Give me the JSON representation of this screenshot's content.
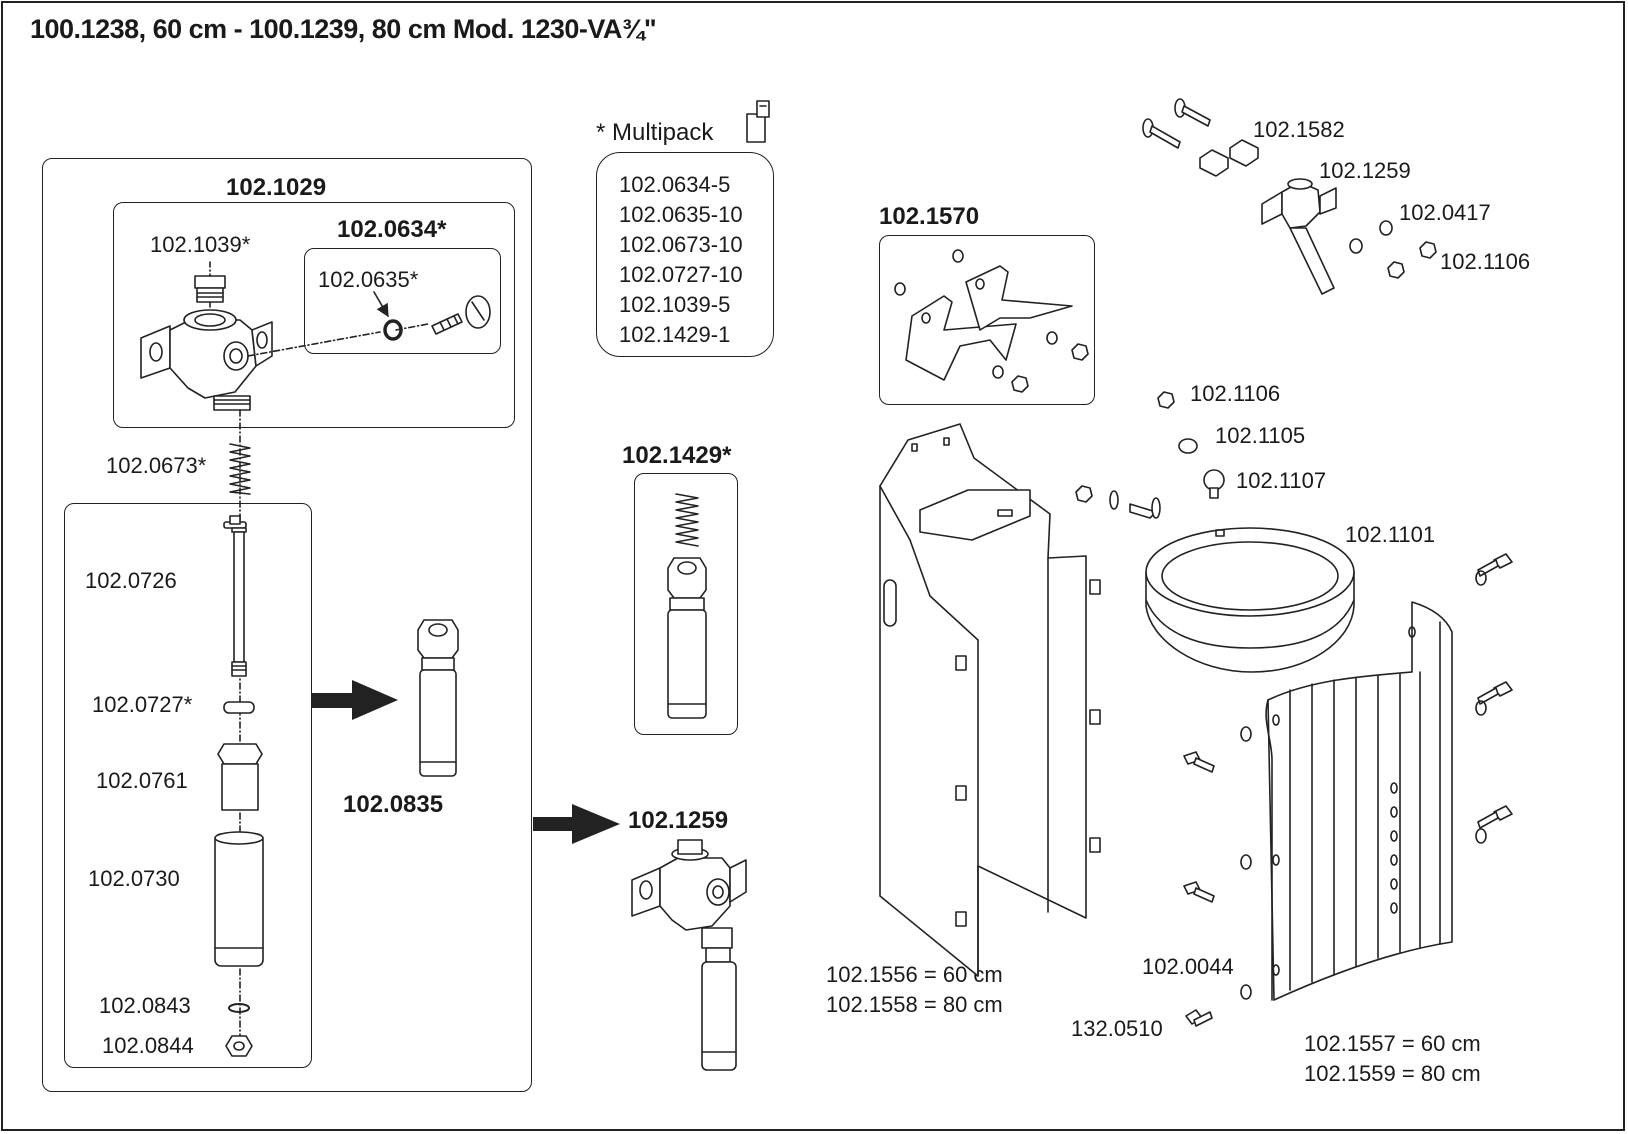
{
  "title": "100.1238, 60 cm - 100.1239, 80 cm Mod. 1230-VA¾\"",
  "multipack": {
    "label": "* Multipack",
    "icon": "box-icon",
    "items": [
      "102.0634-5",
      "102.0635-10",
      "102.0673-10",
      "102.0727-10",
      "102.1039-5",
      "102.1429-1"
    ]
  },
  "groups": {
    "g1029": "102.1029",
    "g0634": "102.0634*",
    "g1429": "102.1429*",
    "g1570": "102.1570"
  },
  "parts": {
    "p1039": "102.1039*",
    "p0635": "102.0635*",
    "p0673": "102.0673*",
    "p0726": "102.0726",
    "p0727": "102.0727*",
    "p0761": "102.0761",
    "p0730": "102.0730",
    "p0843": "102.0843",
    "p0844": "102.0844",
    "p0835": "102.0835",
    "p1259b": "102.1259",
    "p1582": "102.1582",
    "p1259": "102.1259",
    "p0417": "102.0417",
    "p1106a": "102.1106",
    "p1106b": "102.1106",
    "p1105": "102.1105",
    "p1107": "102.1107",
    "p1101": "102.1101",
    "p1556": "102.1556 = 60 cm",
    "p1558": "102.1558 = 80 cm",
    "p0044": "102.0044",
    "p0510": "132.0510",
    "p1557": "102.1557 = 60 cm",
    "p1559": "102.1559 = 80 cm"
  },
  "colors": {
    "line": "#222222",
    "background": "#ffffff"
  }
}
